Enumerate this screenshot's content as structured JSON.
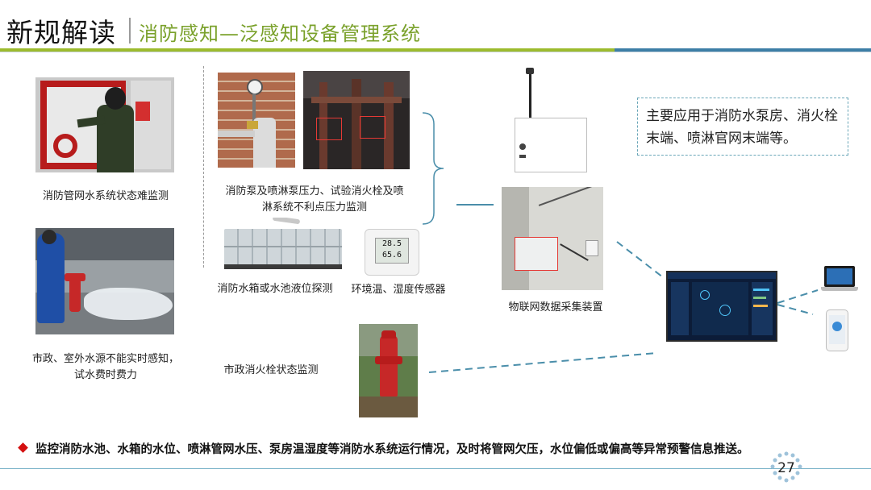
{
  "header": {
    "title": "新规解读",
    "subtitle": "消防感知—泛感知设备管理系统"
  },
  "captions": {
    "pipe_network": "消防管网水系统状态难监测",
    "pressure": "消防泵及喷淋泵压力、试验消火栓及喷淋系统不利点压力监测",
    "municipal_water": "市政、室外水源不能实时感知，试水费时费力",
    "tank_level": "消防水箱或水池液位探测",
    "temp_humidity": "环境温、湿度传感器",
    "hydrant": "市政消火栓状态监测",
    "iot_device": "物联网数据采集装置"
  },
  "sensor_display": {
    "line1": "28.5",
    "line2": "65.6"
  },
  "callout": "主要应用于消防水泵房、消火栓末端、喷淋官网末端等。",
  "bottom_note": "监控消防水池、水箱的水位、喷淋管网水压、泵房温湿度等消防水系统运行情况，及时将管网欠压，水位偏低或偏高等异常预警信息推送。",
  "page_number": "27",
  "colors": {
    "accent_green": "#9cbb2e",
    "accent_blue": "#3d7ea6",
    "subtitle_green": "#7aa12b",
    "dashed_line": "#4a8eaa",
    "bullet_red": "#d41010"
  }
}
